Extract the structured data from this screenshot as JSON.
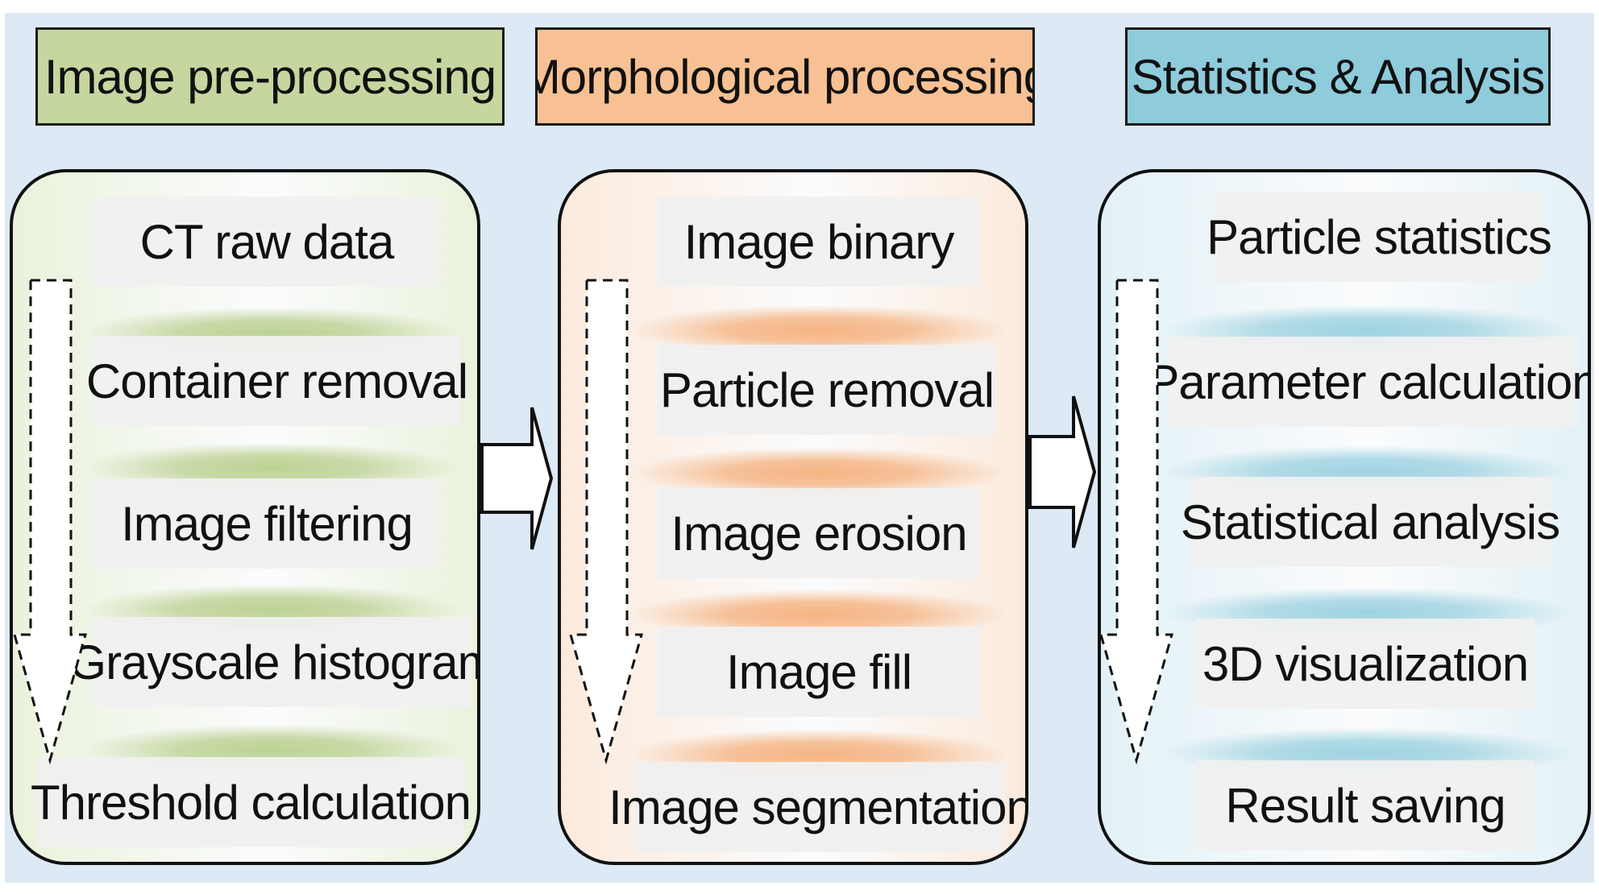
{
  "stages": [
    {
      "title": "Image pre-processing",
      "header_color": "#c5d79f",
      "panel_color": "#eaf2dc",
      "band_color": "#bcd294",
      "steps": [
        "CT raw data",
        "Container removal",
        "Image filtering",
        "Grayscale histogram",
        "Threshold calculation"
      ]
    },
    {
      "title": "Morphological processing",
      "header_color": "#f8c193",
      "panel_color": "#fbeadc",
      "band_color": "#f5b483",
      "steps": [
        "Image binary",
        "Particle removal",
        "Image erosion",
        "Image fill",
        "Image segmentation"
      ]
    },
    {
      "title": "Statistics & Analysis",
      "header_color": "#8ecbdb",
      "panel_color": "#e2f1f6",
      "band_color": "#9fd3e1",
      "steps": [
        "Particle statistics",
        "Parameter calculation",
        "Statistical analysis",
        "3D visualization",
        "Result saving"
      ]
    }
  ]
}
